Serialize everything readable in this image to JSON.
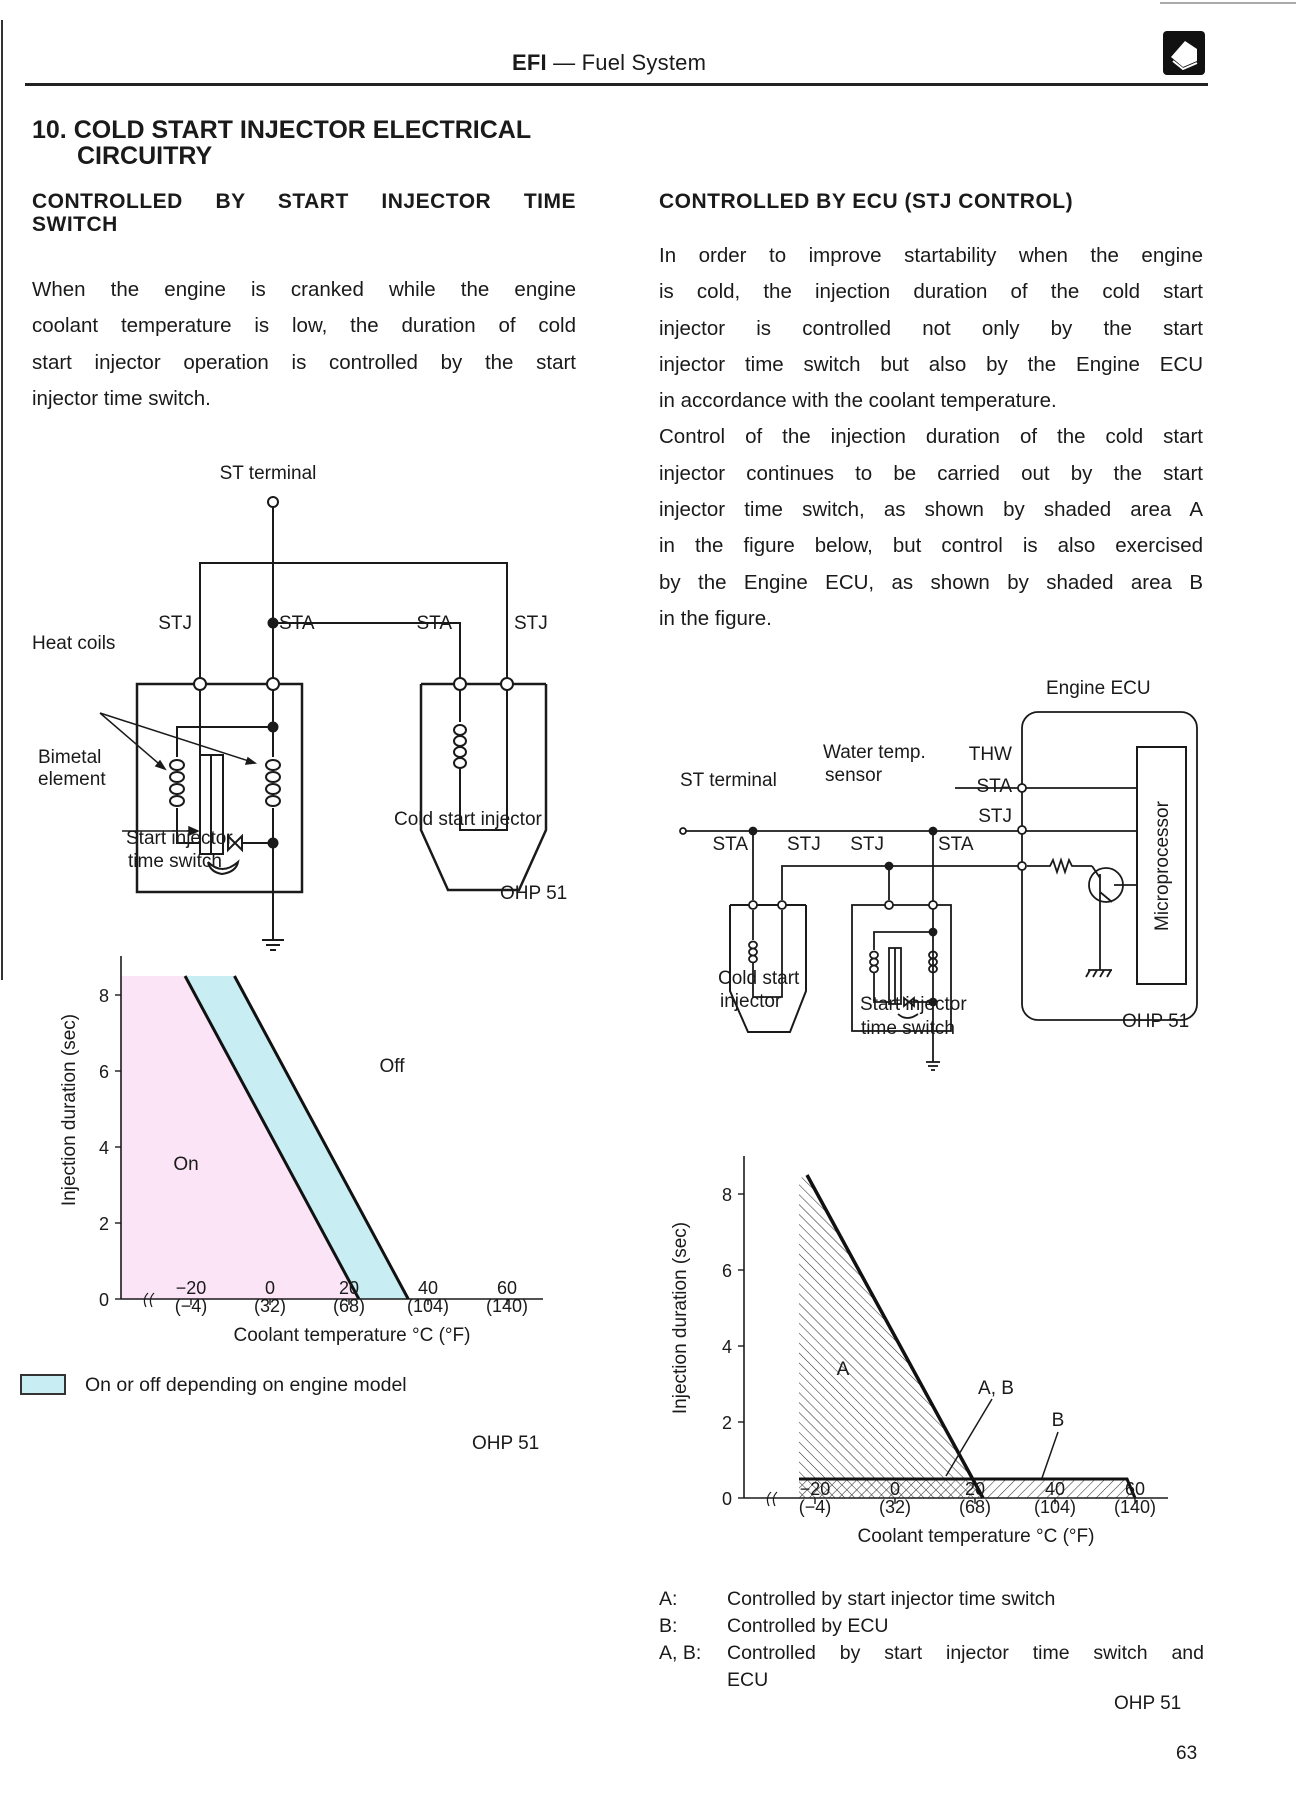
{
  "header": {
    "title_bold": "EFI",
    "title_rest": " — Fuel System",
    "icon": "book-icon"
  },
  "section_title": {
    "line1": "10. COLD START INJECTOR ELECTRICAL",
    "line2": "CIRCUITRY"
  },
  "left": {
    "heading": {
      "line1": "CONTROLLED BY START INJECTOR TIME",
      "line2": "SWITCH"
    },
    "paragraph": [
      "When the engine is cranked while the engine",
      "coolant temperature is low, the duration of cold",
      "start injector operation is controlled by the start",
      "injector time switch."
    ],
    "diagram": {
      "st_terminal": "ST terminal",
      "stj": "STJ",
      "sta": "STA",
      "heat_coils": "Heat coils",
      "bimetal_1": "Bimetal",
      "bimetal_2": "element",
      "switch_1": "Start injector",
      "switch_2": "time switch",
      "injector_sta": "STA",
      "injector_stj": "STJ",
      "cold_start_injector": "Cold start injector",
      "ohp": "OHP 51"
    },
    "legend": {
      "text": "On or off depending on engine model",
      "color": "#c8eef3"
    },
    "ohp": "OHP 51"
  },
  "right": {
    "heading": "CONTROLLED BY ECU (STJ CONTROL)",
    "paragraph": [
      "In order to improve startability when the engine",
      "is cold, the injection duration of the cold start",
      "injector is controlled not only by the start",
      "injector time switch but also by the Engine ECU",
      "in accordance with the coolant temperature.",
      "Control of the injection duration of the cold start",
      "injector continues to be carried out by the start",
      "injector time switch, as shown by shaded area A",
      "in the figure below, but control is also exercised",
      "by the Engine ECU, as shown by shaded area B",
      "in the figure."
    ],
    "diagram": {
      "engine_ecu": "Engine ECU",
      "microprocessor": "Microprocessor",
      "water_temp_1": "Water temp.",
      "water_temp_2": "sensor",
      "thw": "THW",
      "ecu_sta": "STA",
      "ecu_stj": "STJ",
      "st_terminal": "ST terminal",
      "inj_sta": "STA",
      "inj_stj": "STJ",
      "sw_stj": "STJ",
      "sw_sta": "STA",
      "cold_1": "Cold start",
      "cold_2": "injector",
      "switch_1": "Start injector",
      "switch_2": "time switch",
      "ohp": "OHP 51"
    },
    "legend": [
      {
        "key": "A:",
        "text": "Controlled by start injector time switch"
      },
      {
        "key": "B:",
        "text": "Controlled by ECU"
      },
      {
        "key": "A, B:",
        "text": "Controlled by start injector time switch and"
      },
      {
        "key": "",
        "text": "ECU"
      }
    ],
    "ohp": "OHP 51"
  },
  "page_number": "63",
  "chart_data": [
    {
      "type": "area",
      "title": "",
      "xlabel": "Coolant temperature °C (°F)",
      "ylabel": "Injection duration (sec)",
      "ylim": [
        0,
        8.8
      ],
      "x_ticks": [
        {
          "value": -20,
          "c": "−20",
          "f": "(−4)"
        },
        {
          "value": 0,
          "c": "0",
          "f": "(32)"
        },
        {
          "value": 20,
          "c": "20",
          "f": "(68)"
        },
        {
          "value": 40,
          "c": "40",
          "f": "(104)"
        },
        {
          "value": 60,
          "c": "60",
          "f": "(140)"
        }
      ],
      "y_ticks": [
        0,
        2,
        4,
        6,
        8
      ],
      "axis_break": true,
      "boundaries": [
        {
          "x": [
            -21.5,
            22.5
          ],
          "y": [
            8.5,
            0
          ]
        },
        {
          "x": [
            -9,
            35
          ],
          "y": [
            8.5,
            0
          ]
        }
      ],
      "regions": [
        {
          "label": "On",
          "color": "#fbe4f6"
        },
        {
          "label": "",
          "color": "#c8eef3"
        },
        {
          "label": "Off",
          "color": "#ffffff"
        }
      ],
      "legend": "bottom-left"
    },
    {
      "type": "area",
      "title": "",
      "xlabel": "Coolant temperature °C (°F)",
      "ylabel": "Injection duration (sec)",
      "ylim": [
        0,
        8.8
      ],
      "x_ticks": [
        {
          "value": -20,
          "c": "−20",
          "f": "(−4)"
        },
        {
          "value": 0,
          "c": "0",
          "f": "(32)"
        },
        {
          "value": 20,
          "c": "20",
          "f": "(68)"
        },
        {
          "value": 40,
          "c": "40",
          "f": "(104)"
        },
        {
          "value": 60,
          "c": "60",
          "f": "(140)"
        }
      ],
      "y_ticks": [
        0,
        2,
        4,
        6,
        8
      ],
      "axis_break": true,
      "regions": [
        {
          "label": "A",
          "fill": "hatch",
          "x": [
            -24,
            -24,
            -22,
            22
          ],
          "y": [
            0,
            8.4,
            8.5,
            0
          ]
        },
        {
          "label": "B",
          "fill": "hatch",
          "x": [
            -24,
            -24,
            58,
            60
          ],
          "y": [
            0,
            0.5,
            0.5,
            0
          ]
        }
      ],
      "annotations": [
        "A",
        "A, B",
        "B"
      ]
    }
  ]
}
